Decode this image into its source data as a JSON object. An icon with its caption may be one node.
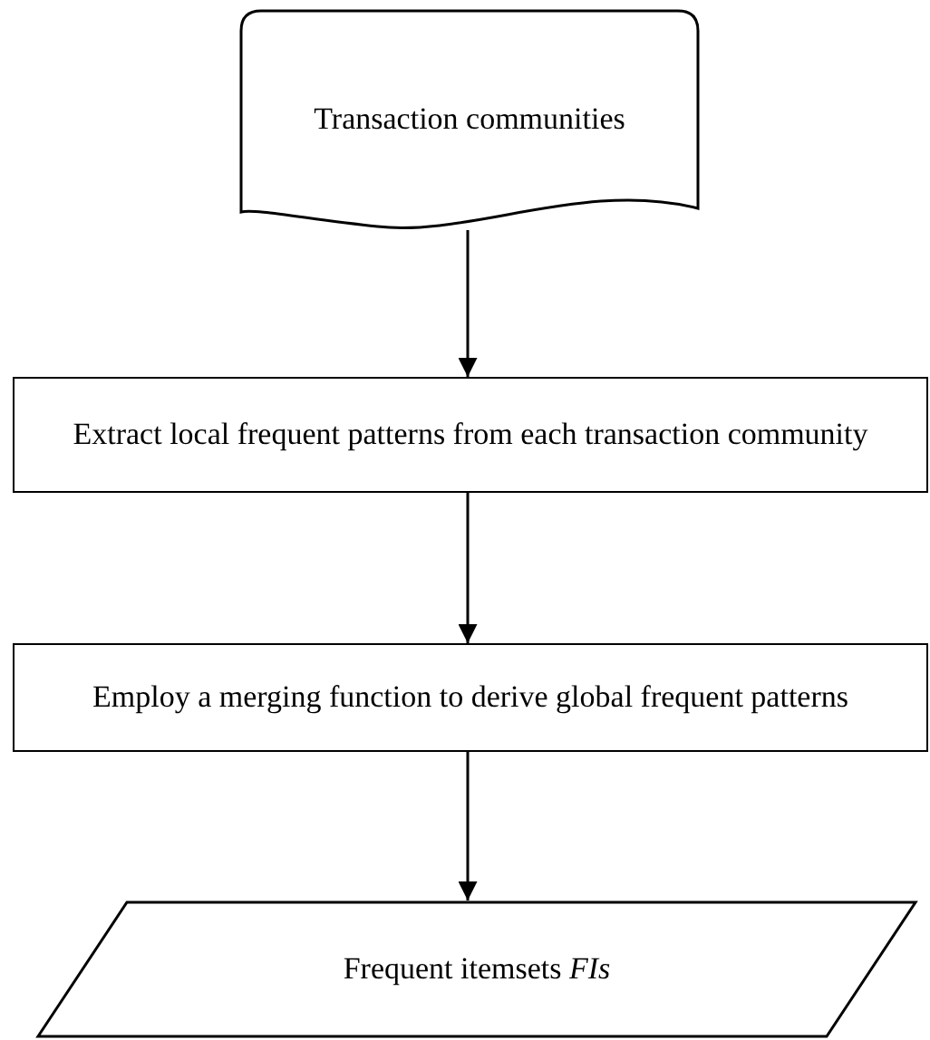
{
  "diagram": {
    "nodes": [
      {
        "text": [
          "Transaction communities"
        ]
      },
      {
        "text": [
          "Extract local frequent patterns  from each transaction community"
        ]
      },
      {
        "text": [
          "Employ a merging function to derive global frequent patterns"
        ]
      },
      {
        "text": [
          "Frequent itemsets *FIs*"
        ]
      }
    ],
    "edges": [
      {
        "from": 0,
        "to": 1,
        "arrow": "to"
      },
      {
        "from": 1,
        "to": 2,
        "arrow": "to"
      },
      {
        "from": 2,
        "to": 3,
        "arrow": "to"
      }
    ]
  }
}
